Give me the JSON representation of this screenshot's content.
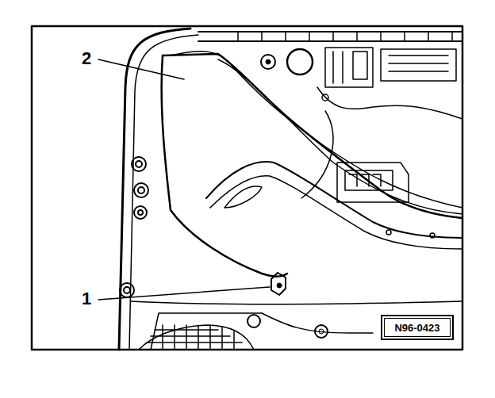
{
  "diagram": {
    "nodes": [
      {
        "text": [
          "N96-0423"
        ]
      }
    ],
    "labels": [
      "2",
      "1"
    ]
  }
}
